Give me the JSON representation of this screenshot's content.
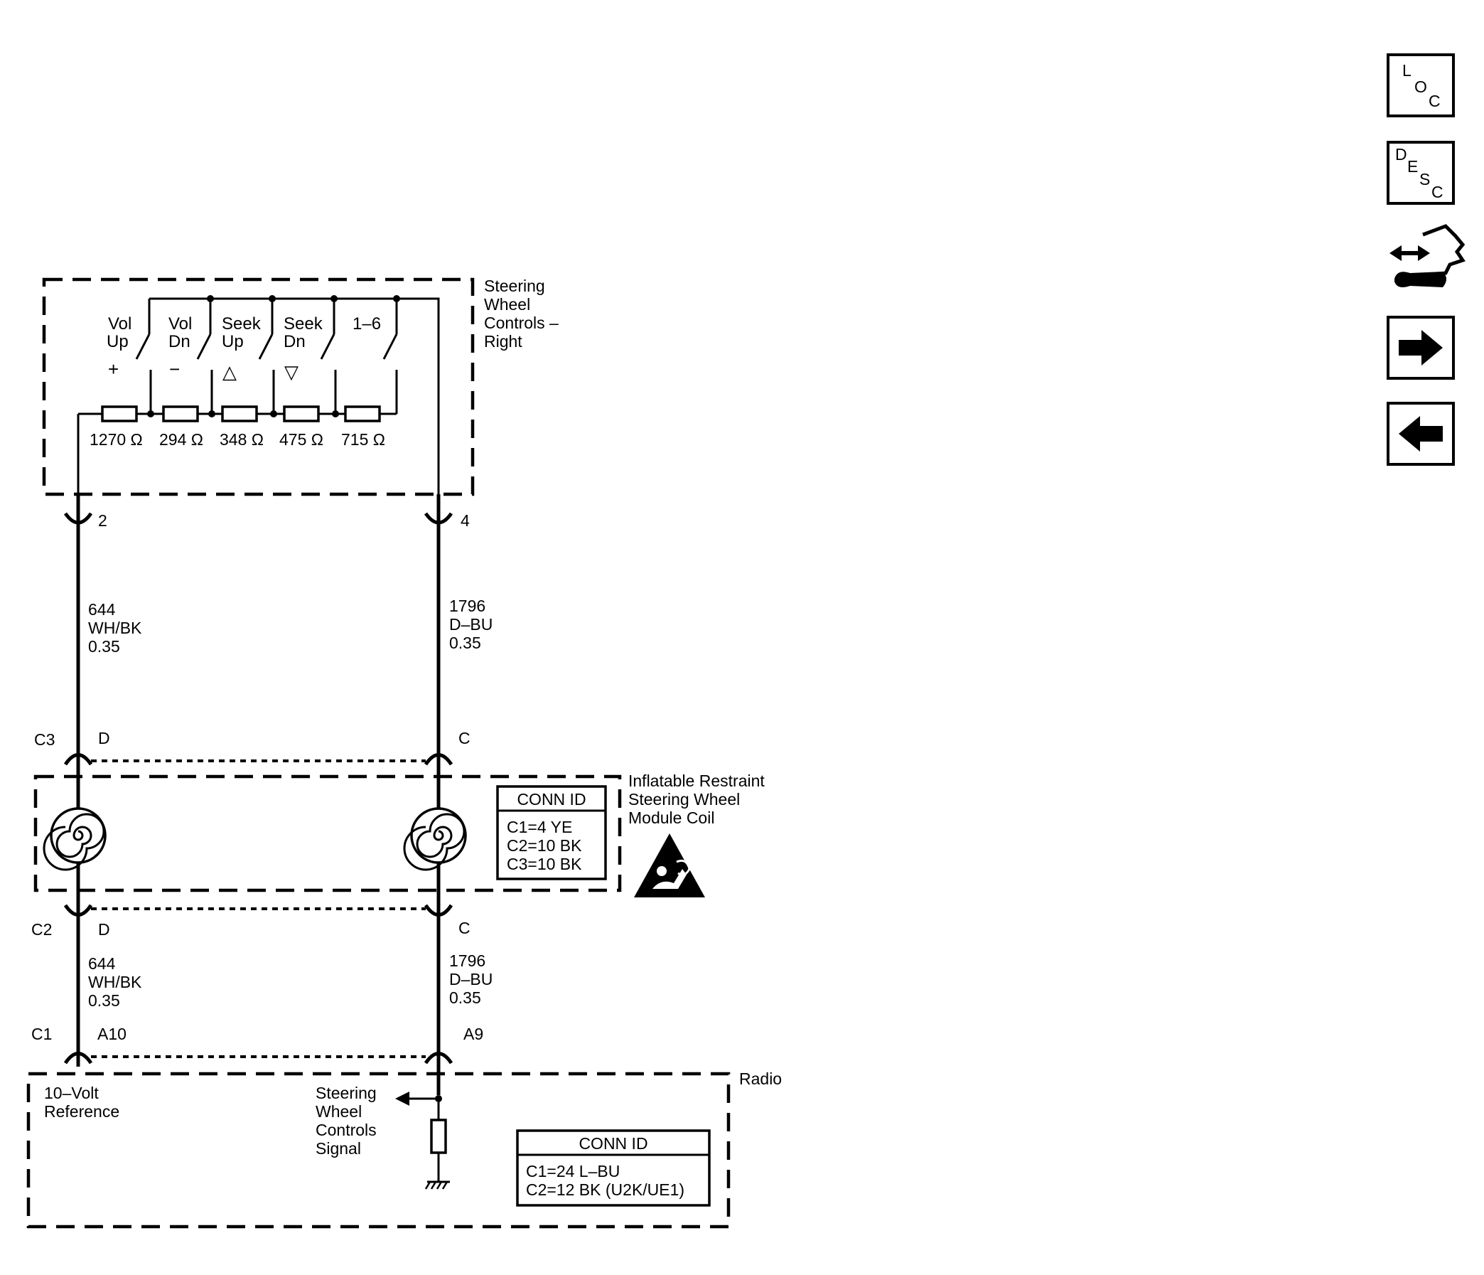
{
  "switch_module": {
    "title_lines": [
      "Steering",
      "Wheel",
      "Controls –",
      "Right"
    ],
    "switches": [
      {
        "line1": "Vol",
        "line2": "Up",
        "symbol": "+"
      },
      {
        "line1": "Vol",
        "line2": "Dn",
        "symbol": "−"
      },
      {
        "line1": "Seek",
        "line2": "Up",
        "symbol": "△"
      },
      {
        "line1": "Seek",
        "line2": "Dn",
        "symbol": "▽"
      },
      {
        "line1": "1–6",
        "line2": "",
        "symbol": ""
      }
    ],
    "resistors": [
      "1270 Ω",
      "294 Ω",
      "348 Ω",
      "475 Ω",
      "715 Ω"
    ],
    "pins": [
      "2",
      "4"
    ]
  },
  "wires_upper": [
    {
      "circuit": "644",
      "color": "WH/BK",
      "gauge": "0.35"
    },
    {
      "circuit": "1796",
      "color": "D–BU",
      "gauge": "0.35"
    }
  ],
  "coil_module": {
    "top_connector": "C3",
    "bottom_connector": "C2",
    "top_pins": [
      "D",
      "C"
    ],
    "bottom_pins": [
      "D",
      "C"
    ],
    "title_lines": [
      "Inflatable Restraint",
      "Steering Wheel",
      "Module Coil"
    ],
    "conn_id_title": "CONN ID",
    "conn_ids": [
      "C1=4 YE",
      "C2=10 BK",
      "C3=10 BK"
    ],
    "warning_icon": "airbag-warning-icon"
  },
  "wires_lower": [
    {
      "circuit": "644",
      "color": "WH/BK",
      "gauge": "0.35"
    },
    {
      "circuit": "1796",
      "color": "D–BU",
      "gauge": "0.35"
    }
  ],
  "radio": {
    "connector": "C1",
    "pins": [
      "A10",
      "A9"
    ],
    "title": "Radio",
    "reference_lines": [
      "10–Volt",
      "Reference"
    ],
    "signal_lines": [
      "Steering",
      "Wheel",
      "Controls",
      "Signal"
    ],
    "conn_id_title": "CONN ID",
    "conn_ids": [
      "C1=24 L–BU",
      "C2=12 BK (U2K/UE1)"
    ]
  },
  "nav": {
    "loc": {
      "l": "L",
      "o": "O",
      "c": "C"
    },
    "desc": {
      "d": "D",
      "e": "E",
      "s": "S",
      "c": "C"
    },
    "icons": [
      "loc-icon",
      "desc-icon",
      "connector-hand-icon",
      "next-arrow-icon",
      "previous-arrow-icon"
    ]
  }
}
